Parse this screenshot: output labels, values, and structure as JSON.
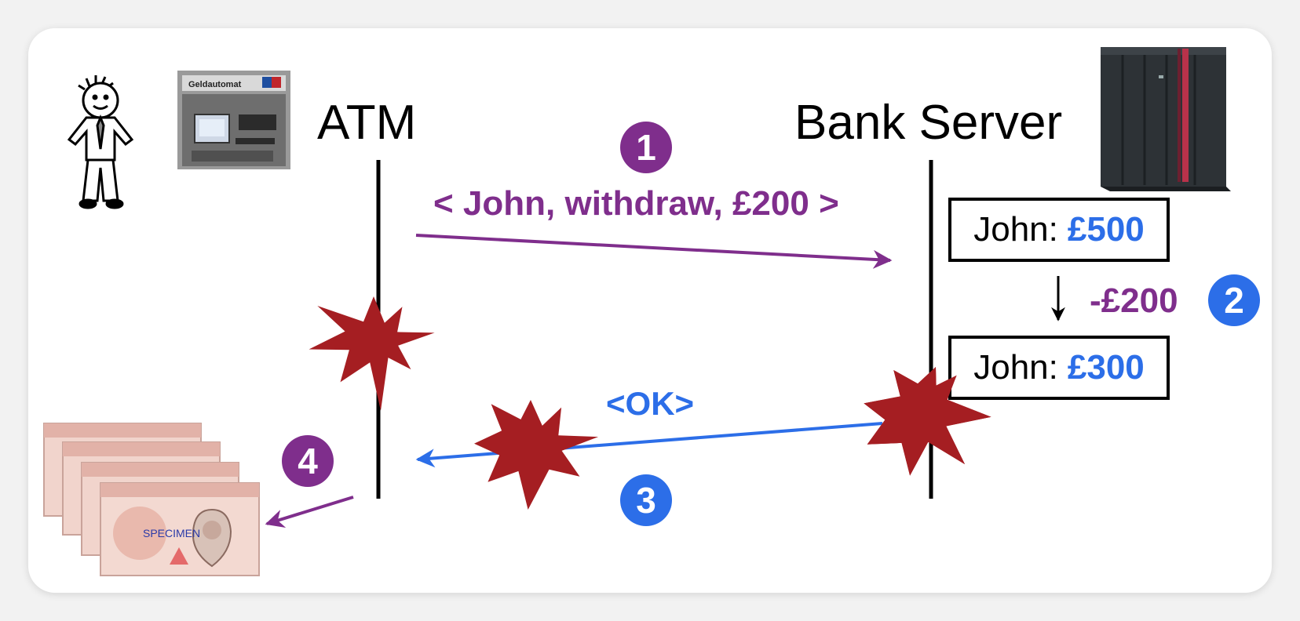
{
  "labels": {
    "atm": "ATM",
    "bank_server": "Bank Server",
    "request_message": "< John, withdraw, £200 >",
    "ok_message": "<OK>",
    "deduction": "-£200"
  },
  "balances": {
    "before": {
      "name": "John:",
      "amount": "£500"
    },
    "after": {
      "name": "John:",
      "amount": "£300"
    }
  },
  "steps": [
    "1",
    "2",
    "3",
    "4"
  ],
  "images": {
    "banknotes_specimen_text": "SPECIMEN",
    "atm_machine_text": "Geldautomat"
  },
  "colors": {
    "purple": "#7f2e8c",
    "blue": "#2c6ee8",
    "crash_red": "#a51e22"
  }
}
